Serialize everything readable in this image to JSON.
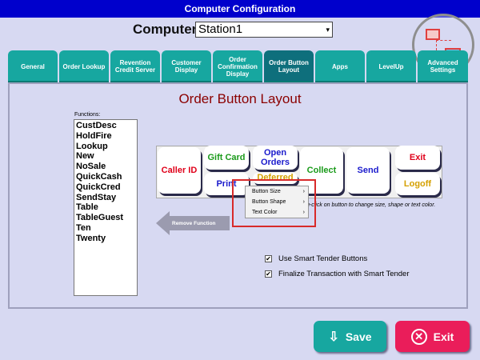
{
  "window": {
    "title": "Computer Configuration"
  },
  "computer": {
    "label": "Computer:",
    "value": "Station1",
    "caret": "▾"
  },
  "tabs": [
    {
      "label": "General"
    },
    {
      "label": "Order Lookup"
    },
    {
      "label": "Revention Credit Server"
    },
    {
      "label": "Customer Display"
    },
    {
      "label": "Order Confirmation Display"
    },
    {
      "label": "Order Button Layout"
    },
    {
      "label": "Apps"
    },
    {
      "label": "LevelUp"
    },
    {
      "label": "Advanced Settings"
    }
  ],
  "active_tab": "Order Button Layout",
  "page_title": "Order Button Layout",
  "functions": {
    "label": "Functions:",
    "items": [
      "CustDesc",
      "HoldFire",
      "Lookup",
      "New",
      "NoSale",
      "QuickCash",
      "QuickCred",
      "SendStay",
      "Table",
      "TableGuest",
      "Ten",
      "Twenty"
    ]
  },
  "order_buttons": {
    "caller_id": "Caller ID",
    "gift_card": "Gift Card",
    "print": "Print",
    "open_orders": "Open Orders",
    "deferred": "Deferred",
    "collect": "Collect",
    "send": "Send",
    "exit": "Exit",
    "logoff": "Logoff"
  },
  "colors": {
    "caller_id": "#e0001a",
    "gift_card": "#1a9a1a",
    "print": "#1a1acc",
    "open_orders": "#1a1acc",
    "deferred": "#d4a000",
    "collect": "#1a9a1a",
    "send": "#1a1acc",
    "exit": "#e0001a",
    "logoff": "#d4a000",
    "teal": "#17a7a0",
    "red": "#ea1d5a"
  },
  "hint": "g-click on button to change size, shape or text color.",
  "remove_function": "Remove Function",
  "context_menu": {
    "items": [
      {
        "label": "Button Size",
        "arrow": "›"
      },
      {
        "label": "Button Shape",
        "arrow": "›"
      },
      {
        "label": "Text Color",
        "arrow": "›"
      }
    ]
  },
  "options": {
    "smart_tender": {
      "label": "Use Smart Tender Buttons",
      "checked": true,
      "mark": "✔"
    },
    "finalize": {
      "label": "Finalize Transaction with Smart Tender",
      "checked": true,
      "mark": "✔"
    }
  },
  "footer": {
    "save": "Save",
    "exit": "Exit",
    "save_icon": "⇩",
    "exit_icon": "✕"
  }
}
